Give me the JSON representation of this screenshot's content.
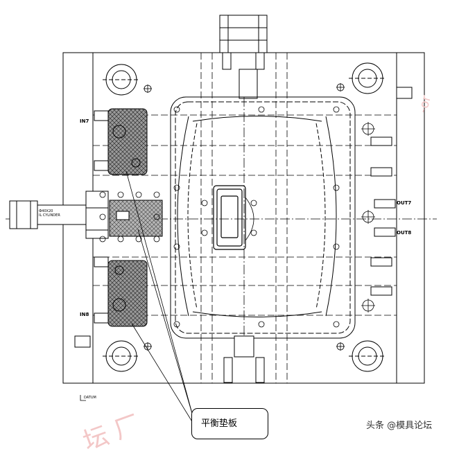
{
  "labels": {
    "in7": "IN7",
    "in8": "IN8",
    "out7": "OUT7",
    "out8": "OUT8",
    "cylinder_line1": "Ф40X20",
    "cylinder_line2": "IL CYLINDER",
    "datum": "DATUM"
  },
  "callout": {
    "text": "平衡垫板"
  },
  "watermark": {
    "text": "头条 @模具论坛"
  },
  "ghost_watermark": {
    "text": "坛 厂",
    "text2": "-or"
  }
}
